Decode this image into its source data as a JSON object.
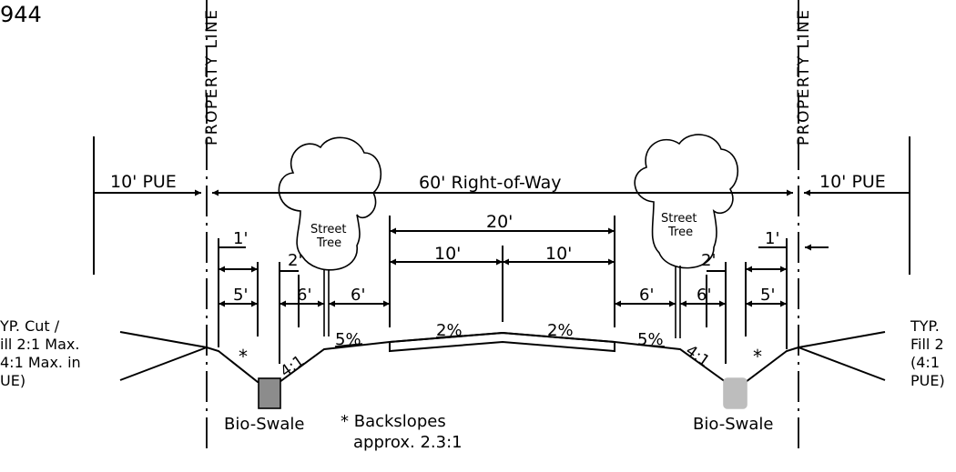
{
  "corner_text": "944",
  "property_line_label": "PROPERTY LINE",
  "row_label": "60' Right-of-Way",
  "pue_label": "10' PUE",
  "lane_total": "20'",
  "lane_half": "10'",
  "dim_1ft": "1'",
  "dim_2ft": "2'",
  "dim_5ft": "5'",
  "dim_6ft": "6'",
  "slope_curb": "5%",
  "slope_lane": "2%",
  "slope_swale": "4:1",
  "asterisk": "*",
  "tree_line1": "Street",
  "tree_line2": "Tree",
  "bio_swale": "Bio-Swale",
  "backslope_line1": "* Backslopes",
  "backslope_line2": "approx. 2.3:1",
  "left_note": [
    "YP. Cut /",
    "ill 2:1 Max.",
    "4:1 Max. in",
    "UE)"
  ],
  "right_note": [
    "TYP.",
    "Fill 2",
    "(4:1",
    "PUE)"
  ],
  "colors": {
    "line": "#000000",
    "swale_left": "#8c8c8c",
    "swale_right": "#bdbdbd"
  }
}
